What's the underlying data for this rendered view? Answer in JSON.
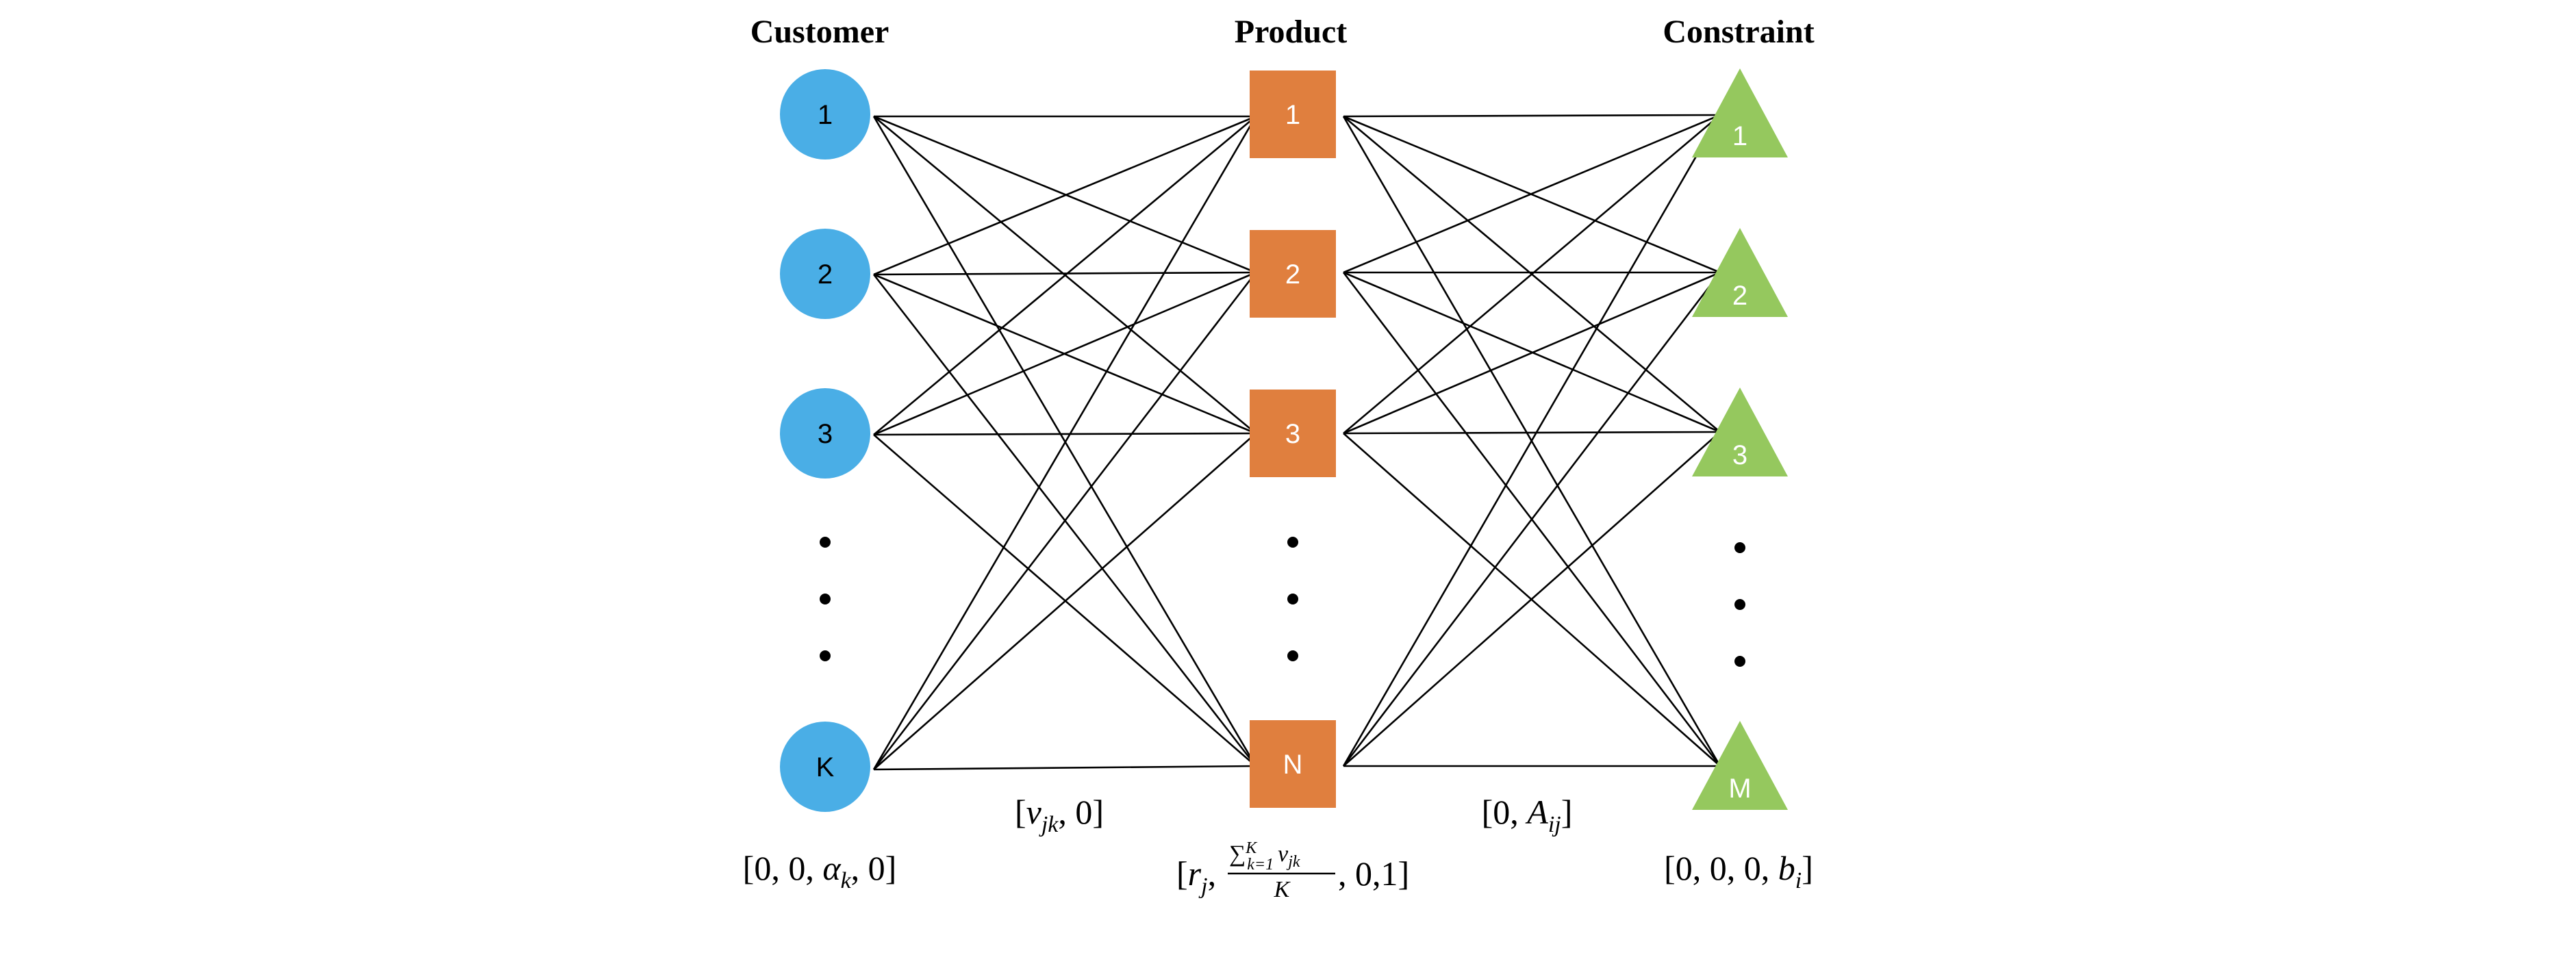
{
  "columns": {
    "customer": {
      "title": "Customer",
      "nodes": [
        "1",
        "2",
        "3",
        "K"
      ],
      "color": "#4aaee6",
      "label_color": "#000000"
    },
    "product": {
      "title": "Product",
      "nodes": [
        "1",
        "2",
        "3",
        "N"
      ],
      "color": "#e07f3e",
      "label_color": "#ffffff"
    },
    "constraint": {
      "title": "Constraint",
      "nodes": [
        "1",
        "2",
        "3",
        "M"
      ],
      "color": "#95c85e",
      "label_color": "#ffffff"
    }
  },
  "features": {
    "customer": {
      "open": "[0, 0, ",
      "var": "α",
      "sub": "k",
      "close": ", 0]"
    },
    "customer_product_edge": {
      "open": "[",
      "var": "v",
      "sub": "jk",
      "close": ", 0]"
    },
    "product": {
      "open": "[",
      "var": "r",
      "sub": "j",
      "sep": ",",
      "frac_num_prefix": "∑",
      "frac_num_sup": "K",
      "frac_num_sub": "k=1",
      "frac_num_var": "v",
      "frac_num_var_sub": "jk",
      "frac_den": "K",
      "close": ", 0,1]"
    },
    "product_constraint_edge": {
      "open": "[0, ",
      "var": "A",
      "sub": "ij",
      "close": "]"
    },
    "constraint": {
      "open": "[0, 0, 0, ",
      "var": "b",
      "sub": "i",
      "close": "]"
    }
  }
}
